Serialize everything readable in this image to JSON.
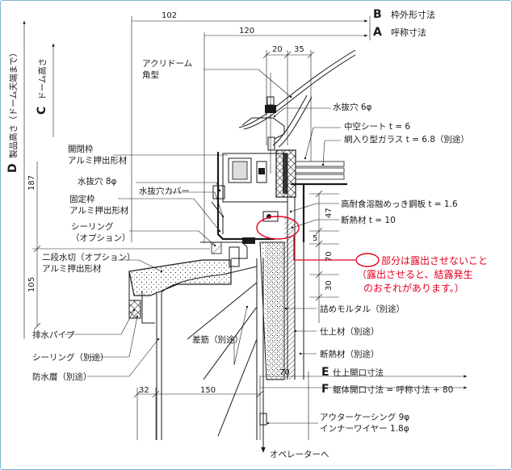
{
  "dimensions": {
    "top_102": "102",
    "top_120": "120",
    "top_20": "20",
    "top_35": "35",
    "left_187": "187",
    "left_105": "105",
    "right_47": "47",
    "right_5": "5",
    "right_70": "70",
    "right_30": "30",
    "bottom_70": "70",
    "bottom_32": "32",
    "bottom_150": "150"
  },
  "references": {
    "B": {
      "letter": "B",
      "label": "枠外形寸法"
    },
    "A": {
      "letter": "A",
      "label": "呼称寸法"
    },
    "E": {
      "letter": "E",
      "label": "仕上開口寸法"
    },
    "F": {
      "letter": "F",
      "label": "躯体開口寸法 = 呼称寸法 + 80"
    },
    "D": {
      "letter": "D",
      "label": "製品高さ（ドーム天端まで）"
    },
    "C": {
      "letter": "C",
      "label": "ドーム高さ"
    }
  },
  "labels": {
    "acryl_dome": [
      "アクリドーム",
      "角型"
    ],
    "drain_hole_6": "水抜穴 6φ",
    "hollow_sheet": "中空シート t = 6",
    "wired_glass": "網入り型ガラス t = 6.8（別途）",
    "open_frame": [
      "開閉枠",
      "アルミ押出形材"
    ],
    "drain_hole_8": "水抜穴 8φ",
    "drain_cover": "水抜穴カバー",
    "fixed_frame": [
      "固定枠",
      "アルミ押出形材"
    ],
    "sealing_option": [
      "シーリング",
      "（オプション）"
    ],
    "steel_plate": "高耐食溶融めっき鋼板 t = 1.6",
    "insulation_10": "断熱材 t = 10",
    "double_flashing": [
      "二段水切（オプション）",
      "アルミ押出形材"
    ],
    "filling_mortar": "詰めモルタル（別途）",
    "drain_pipe": "排水パイプ",
    "finish_material": "仕上材（別途）",
    "sealing_separate": "シーリング（別途）",
    "rebar": "差筋（別途）",
    "insulation_separate": "断熱材（別途）",
    "waterproof_layer": "防水層（別途）",
    "outer_casing": [
      "アウターケーシング 9φ",
      "インナーワイヤー 1.8φ"
    ],
    "operator": "オペレーターへ"
  },
  "note": {
    "line1": "部分は露出させないこと",
    "line2": "（露出させると、結露発生",
    "line3": "のおそれがあります。）"
  },
  "colors": {
    "note_red": "#e6001f",
    "frame_border": "#7fb3d5",
    "line": "#1a1a1a"
  }
}
